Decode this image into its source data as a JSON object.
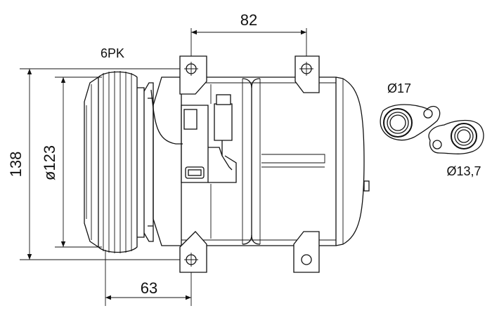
{
  "labels": {
    "width_top": "82",
    "belt_type": "6PK",
    "height_total": "138",
    "pulley_diameter": "ø123",
    "offset_bottom": "63",
    "port_large": "Ø17",
    "port_small": "Ø13,7"
  },
  "colors": {
    "line": "#111111",
    "background": "#ffffff"
  }
}
